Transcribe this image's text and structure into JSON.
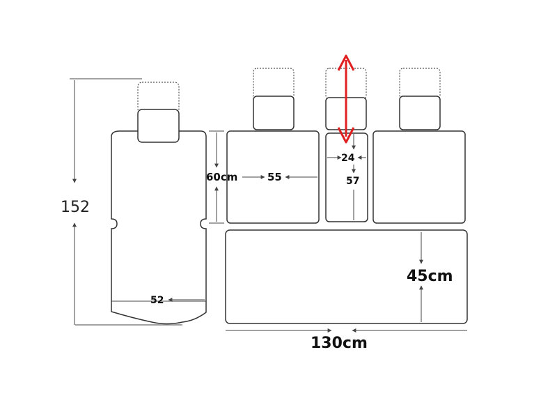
{
  "labels": {
    "total_length": "152",
    "bottom_seat_width": "52",
    "back_height": "60cm",
    "back_width": "55",
    "middle_width": "24",
    "middle_height": "57",
    "bench_depth": "45cm",
    "total_width": "130cm"
  },
  "colors": {
    "outline": "#333333",
    "highlight_arrow": "#e02020",
    "text": "#111111"
  }
}
